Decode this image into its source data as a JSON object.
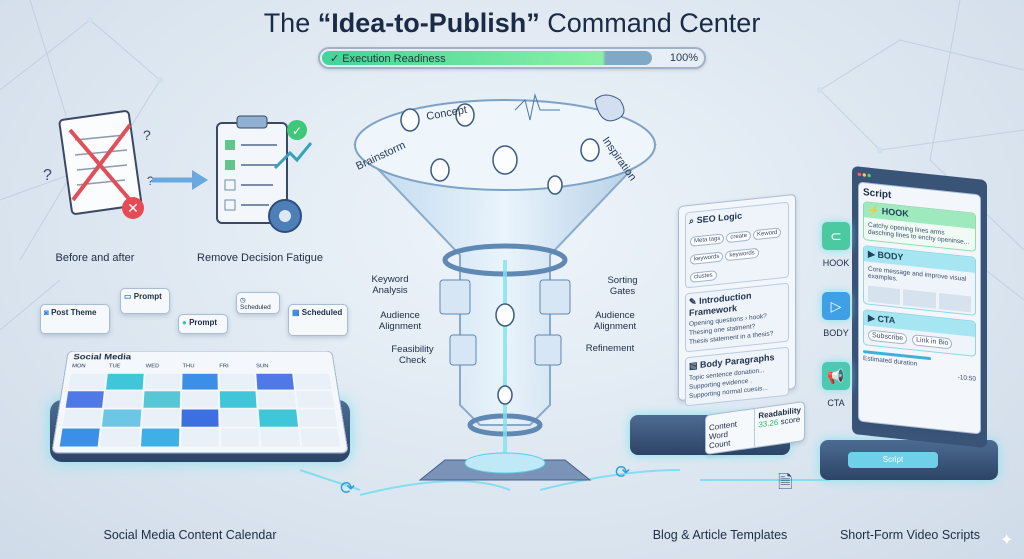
{
  "header": {
    "title_pre": "The ",
    "title_bold": "“Idea-to-Publish”",
    "title_post": " Command Center"
  },
  "progress": {
    "label": "Execution Readiness",
    "value_text": "100%",
    "value": 100,
    "check_icon": "✓"
  },
  "left": {
    "before_after": "Before and after",
    "remove_fatigue": "Remove Decision Fatigue"
  },
  "calendar": {
    "title": "Social Media",
    "days": [
      "MON",
      "TUE",
      "WED",
      "THU",
      "FRI",
      "SUN"
    ],
    "bubbles": {
      "post_theme": "Post Theme",
      "prompt1": "Prompt",
      "prompt2": "Prompt",
      "scheduled1": "Scheduled",
      "scheduled2": "Scheduled"
    },
    "caption": "Social Media Content Calendar"
  },
  "funnel": {
    "top_words": {
      "concept": "Concept",
      "brainstorm": "Brainstorm",
      "inspiration": "Inspiration"
    },
    "left_labels": [
      "Keyword Analysis",
      "Audience Alignment",
      "Feasibility Check"
    ],
    "right_labels": [
      "Sorting Gates",
      "Audience Alignment",
      "Refinement"
    ]
  },
  "blog": {
    "seo_title": "SEO Logic",
    "tags": [
      "Meta tags",
      "create",
      "Keword",
      "keywords",
      "keywords",
      "clustes"
    ],
    "intro_title": "Introduction Framework",
    "intro_items": [
      "Opening questions › hook?",
      "Thesing one statment?",
      "Thesis statement in a thesis?"
    ],
    "body_title": "Body Paragraphs",
    "body_items": [
      "Topic sentence donation...",
      "Supporting evidence .",
      "Supporting normal cuesis..."
    ],
    "word_count": "Content Word Count",
    "readability_label": "Readability",
    "readability_value": "33.26",
    "readability_suffix": "score",
    "caption": "Blog & Article Templates"
  },
  "video": {
    "title": "Script",
    "hook": {
      "label": "HOOK",
      "text": "Catchy opening lines arms dasching lines to enchy openinse..."
    },
    "body": {
      "label": "BODY",
      "text": "Core message and improve visual examples."
    },
    "cta": {
      "label": "CTA",
      "buttons": [
        "Subscribe",
        "Link in Bio"
      ]
    },
    "duration_label": "Estimated duration",
    "duration_value": "-10:50",
    "side_labels": [
      "HOOK",
      "BODY",
      "CTA"
    ],
    "base_button": "Script",
    "caption": "Short-Form Video Scripts"
  }
}
